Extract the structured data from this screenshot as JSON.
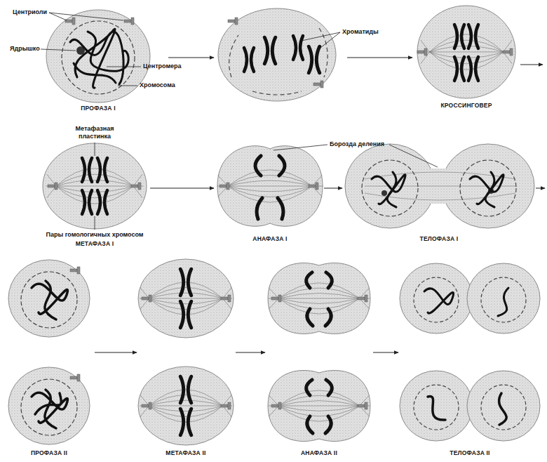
{
  "diagram": {
    "labels": [
      "Центриоли",
      "Ядрышко",
      "Центромера",
      "Хромосома",
      "ПРОФАЗА I",
      "Хроматиды",
      "КРОССИНГОВЕР",
      "Метафазная пластинка",
      "Борозда деления",
      "Пары гомологичных хромосом",
      "МЕТАФАЗА I",
      "АНАФАЗА I",
      "ТЕЛОФАЗА I",
      "ПРОФАЗА II",
      "МЕТАФАЗА II",
      "АНАФАЗА II",
      "ТЕЛОФАЗА II"
    ]
  }
}
